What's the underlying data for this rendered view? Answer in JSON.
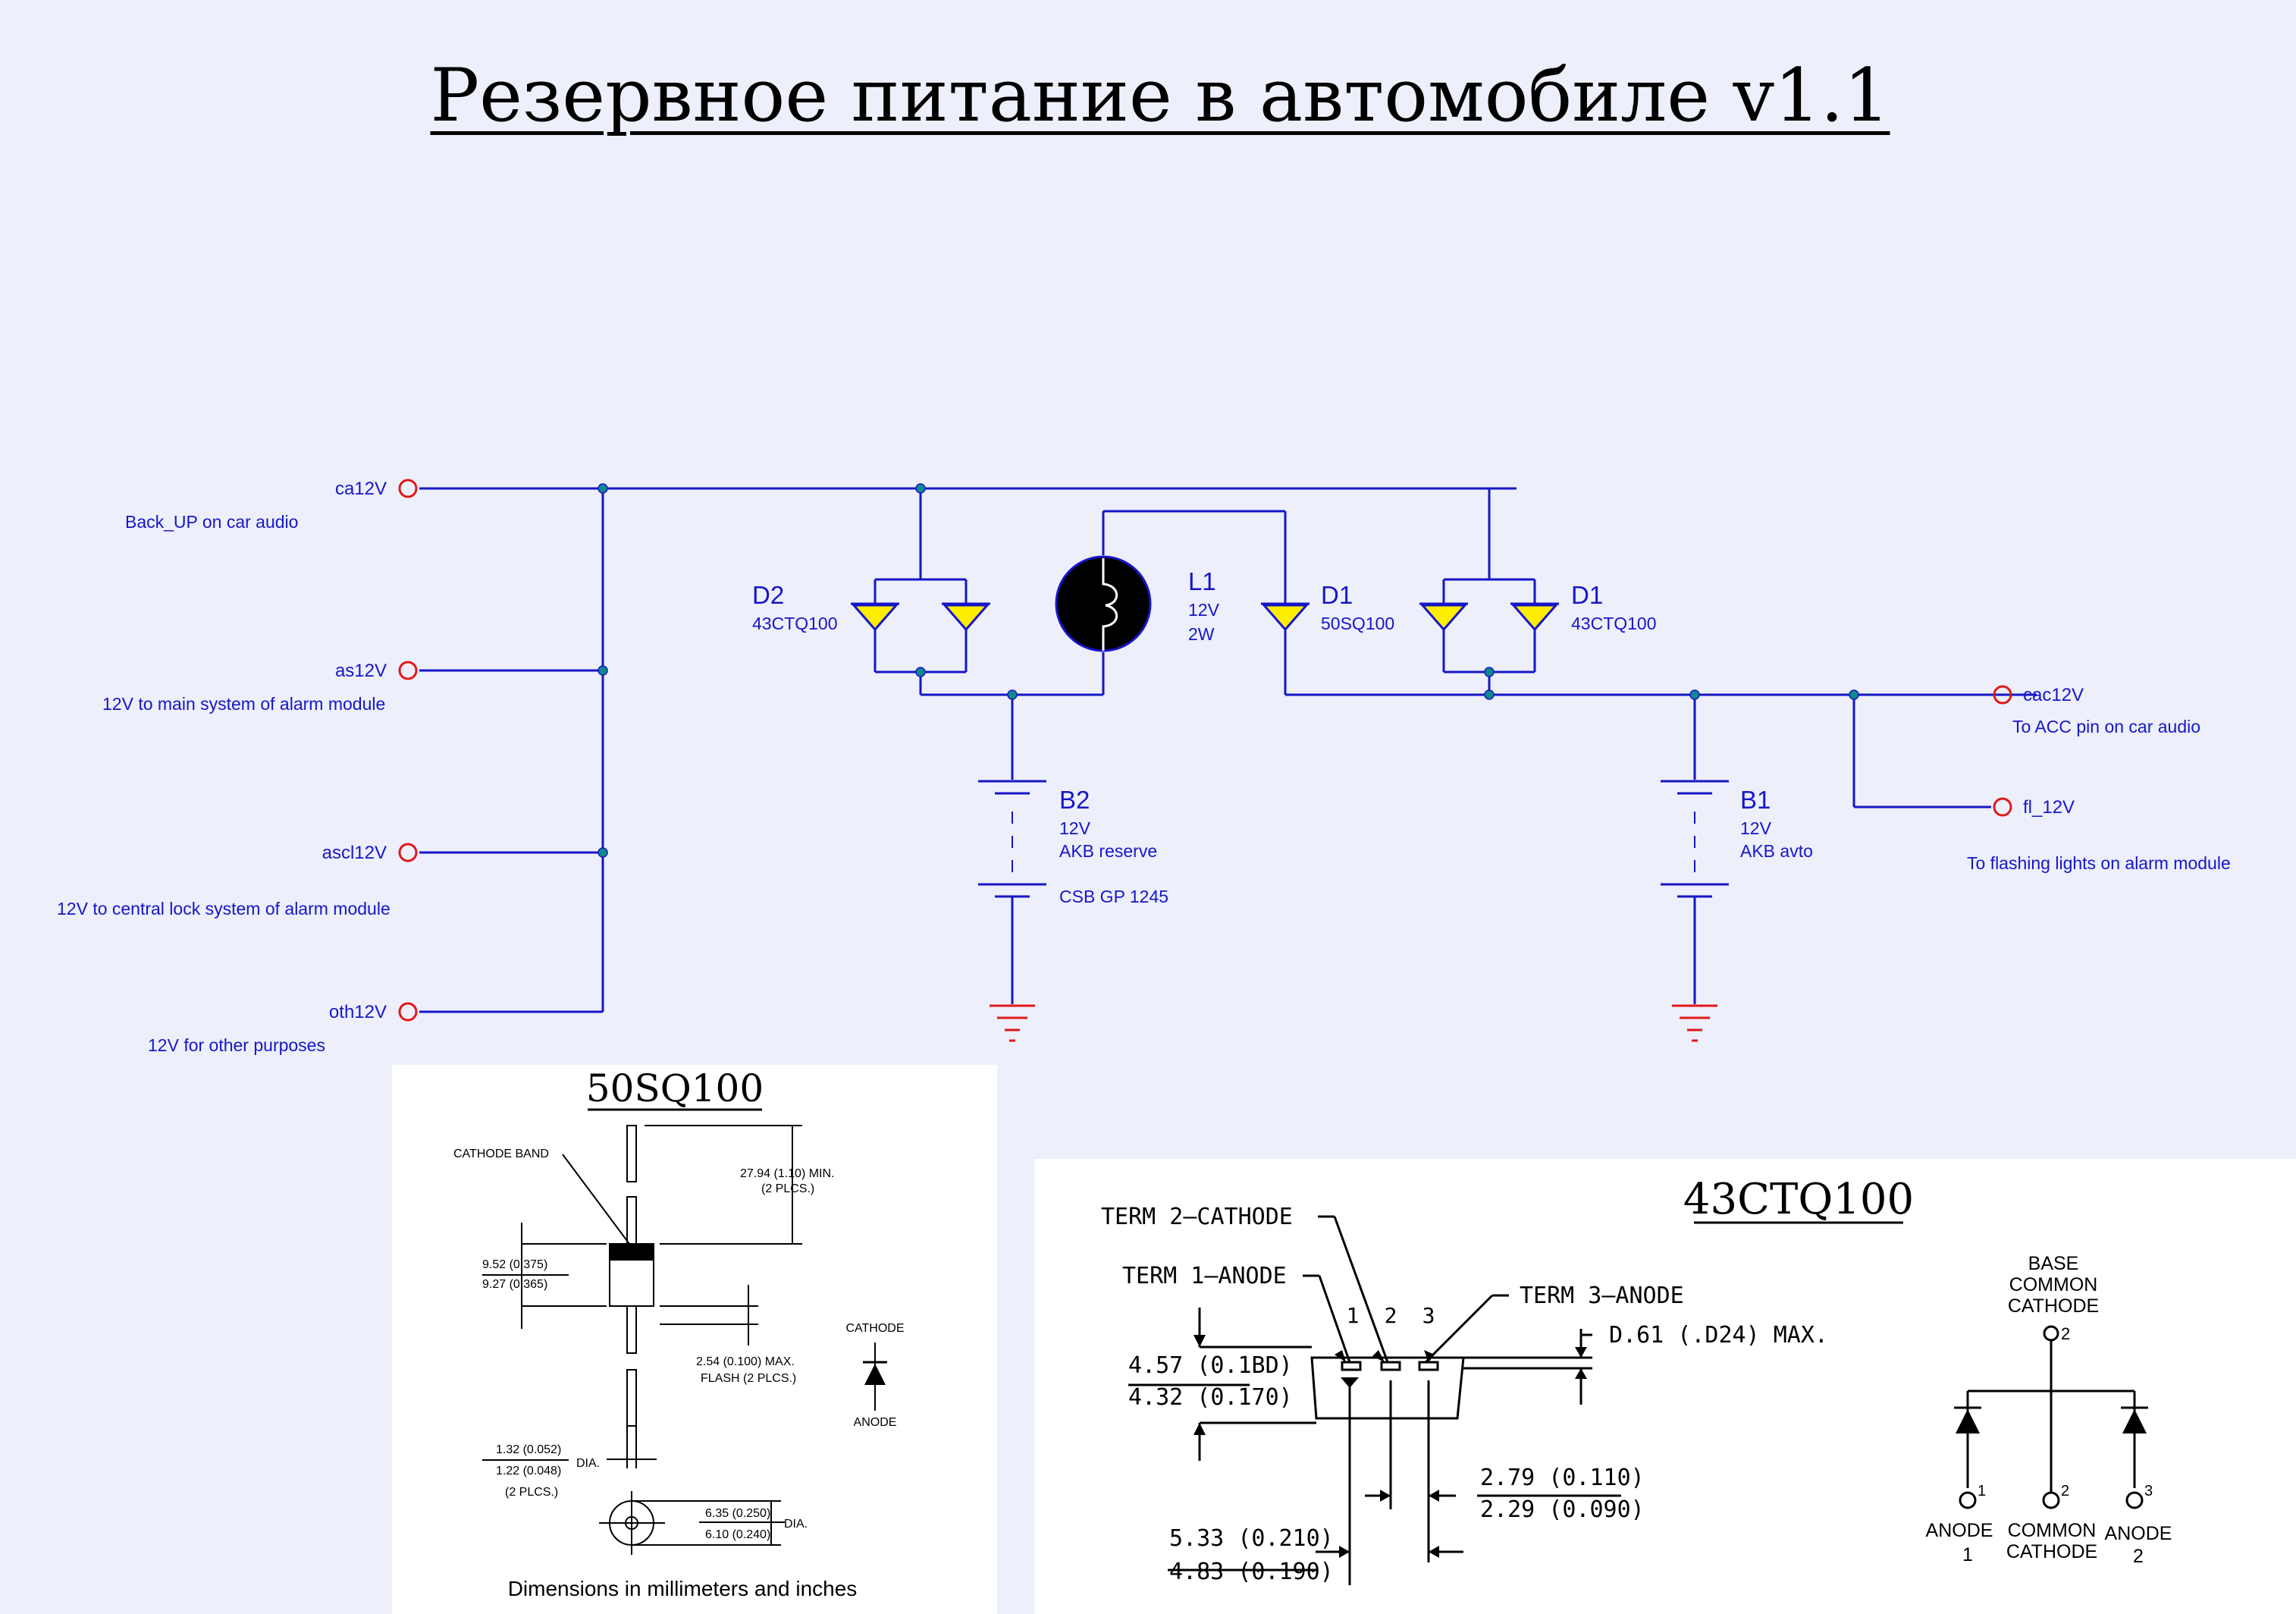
{
  "title": "Резервное питание в автомобиле v1.1",
  "connectors": {
    "ca12v": {
      "name": "ca12V",
      "desc": "Back_UP on car audio"
    },
    "as12v": {
      "name": "as12V",
      "desc": "12V to main system of alarm module"
    },
    "ascl12v": {
      "name": "ascl12V",
      "desc": "12V to central lock system of alarm module"
    },
    "oth12v": {
      "name": "oth12V",
      "desc": "12V for other purposes"
    },
    "cac12v": {
      "name": "cac12V",
      "desc": "To ACC pin on car audio"
    },
    "fl12v": {
      "name": "fl_12V",
      "desc": "To flashing lights on alarm module"
    }
  },
  "components": {
    "d2": {
      "ref": "D2",
      "part": "43CTQ100"
    },
    "l1": {
      "ref": "L1",
      "v": "12V",
      "p": "2W"
    },
    "d1a": {
      "ref": "D1",
      "part": "50SQ100"
    },
    "d1b": {
      "ref": "D1",
      "part": "43CTQ100"
    },
    "b2": {
      "ref": "B2",
      "v": "12V",
      "name": "AKB reserve",
      "model": "CSB GP 1245"
    },
    "b1": {
      "ref": "B1",
      "v": "12V",
      "name": "AKB avto"
    }
  },
  "ds50": {
    "title": "50SQ100",
    "cathode_band": "CATHODE BAND",
    "lead_len_1": "27.94 (1.10) MIN.",
    "lead_len_2": "(2 PLCS.)",
    "body_len_1": "9.52 (0.375)",
    "body_len_2": "9.27 (0.365)",
    "flash_1": "2.54 (0.100) MAX.",
    "flash_2": "FLASH (2 PLCS.)",
    "cathode": "CATHODE",
    "anode": "ANODE",
    "lead_dia_1": "1.32 (0.052)",
    "lead_dia_2": "1.22 (0.048)",
    "lead_dia_3": "(2 PLCS.)",
    "dia": "DIA.",
    "body_dia_1": "6.35 (0.250)",
    "body_dia_2": "6.10 (0.240)",
    "body_dia": "DIA.",
    "footer": "Dimensions in millimeters and inches"
  },
  "ds43": {
    "title": "43CTQ100",
    "term2": "TERM 2–CATHODE",
    "term1": "TERM 1–ANODE",
    "term3": "TERM 3–ANODE",
    "p1": "1",
    "p2": "2",
    "p3": "3",
    "thick": "D.61 (.D24) MAX.",
    "h1": "4.57 (0.1BD)",
    "h2": "4.32 (0.170)",
    "pitch1": "2.79 (0.110)",
    "pitch2": "2.29 (0.090)",
    "span1": "5.33 (0.210)",
    "span2": "4.83 (0.190)",
    "base1": "BASE",
    "base2": "COMMON",
    "base3": "CATHODE",
    "pin2": "2",
    "a1_label": "ANODE",
    "a1_num": "1",
    "a1_pin": "1",
    "cc_pin": "2",
    "cc1": "COMMON",
    "cc2": "CATHODE",
    "a2_pin": "3",
    "a2_label": "ANODE",
    "a2_num": "2"
  }
}
